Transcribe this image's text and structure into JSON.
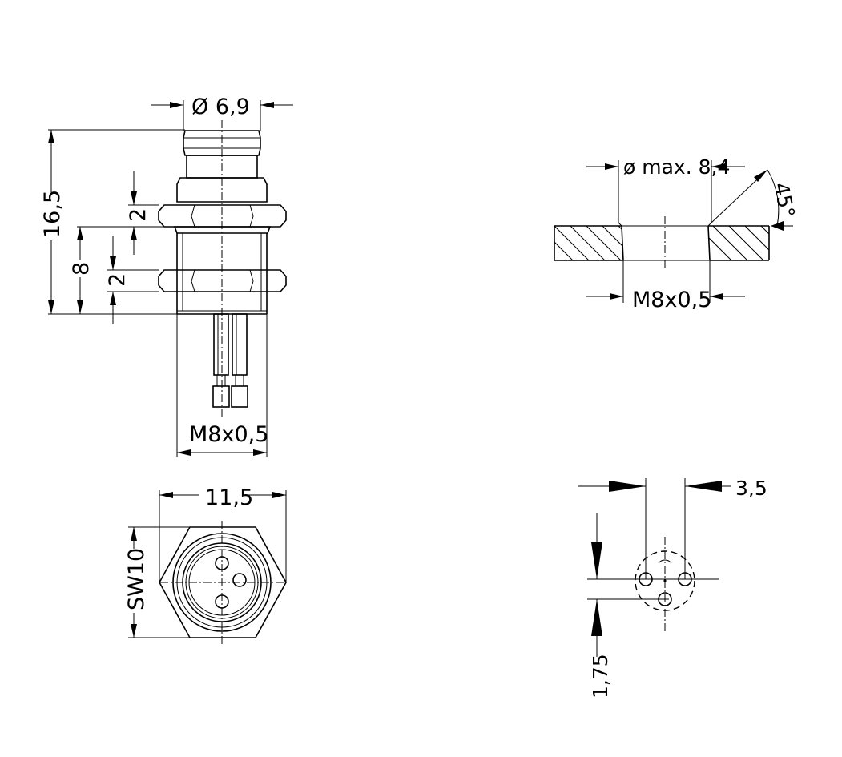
{
  "dimensions": {
    "top_diameter": "Ø 6,9",
    "overall_length": "16,5",
    "thread_length": "8",
    "nut_height_upper": "2",
    "nut_height_lower": "2",
    "thread_side": "M8x0,5",
    "across_corners": "11,5",
    "across_flats": "SW10",
    "cutout_diameter": "ø max. 8,4",
    "chamfer_angle": "45°",
    "cutout_thread": "M8x0,5",
    "pin_spacing_horizontal": "3,5",
    "pin_offset_vertical": "1,75"
  }
}
